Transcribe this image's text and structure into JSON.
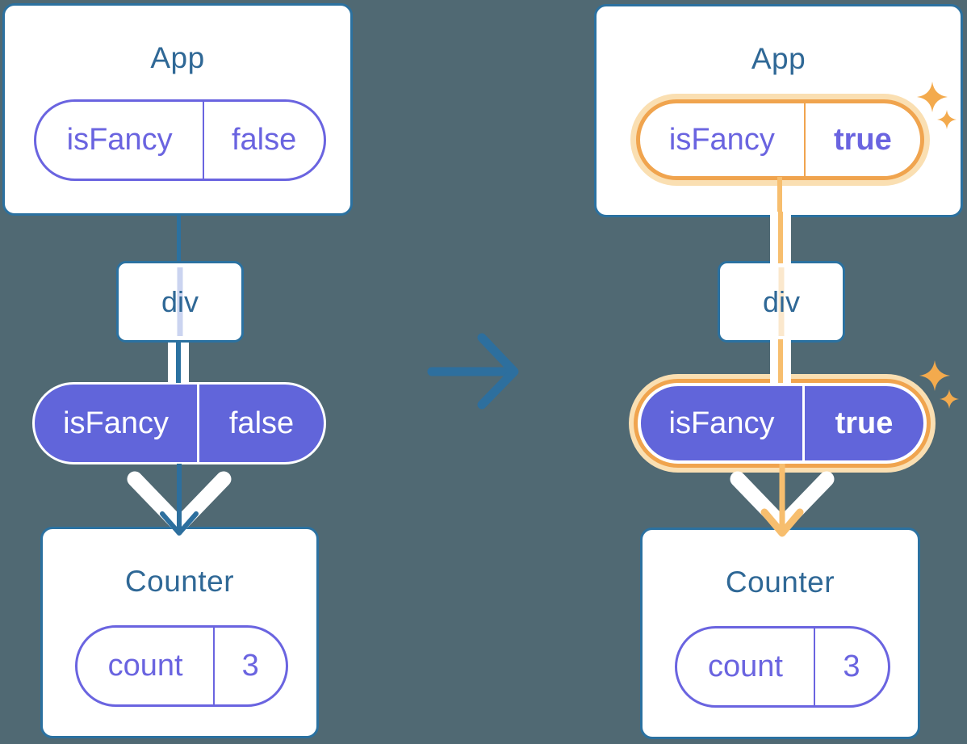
{
  "colors": {
    "background": "#506973",
    "card_bg": "#ffffff",
    "card_border": "#2B71A0",
    "title_color": "#2F6896",
    "arrow_blue": "#2D6F9E",
    "purple": "#6A64E0",
    "purple_fill": "#6165DA",
    "orange": "#F0A44E",
    "orange_halo": "#FADFB2",
    "orange_flow": "#F7BE6E",
    "sparkle": "#F3AA4D",
    "lavender_trace": "#CBD4F0",
    "peach_trace": "#FBE8CD"
  },
  "before": {
    "app_title": "App",
    "app_prop": {
      "name": "isFancy",
      "value": "false"
    },
    "div_label": "div",
    "passed_prop": {
      "name": "isFancy",
      "value": "false"
    },
    "counter_title": "Counter",
    "counter_state": {
      "name": "count",
      "value": "3"
    }
  },
  "after": {
    "app_title": "App",
    "app_prop": {
      "name": "isFancy",
      "value": "true"
    },
    "div_label": "div",
    "passed_prop": {
      "name": "isFancy",
      "value": "true"
    },
    "counter_title": "Counter",
    "counter_state": {
      "name": "count",
      "value": "3"
    }
  },
  "icons": {
    "transition_arrow": "right-arrow-icon",
    "sparkles": "sparkles-icon",
    "flow_arrow": "down-arrow"
  }
}
